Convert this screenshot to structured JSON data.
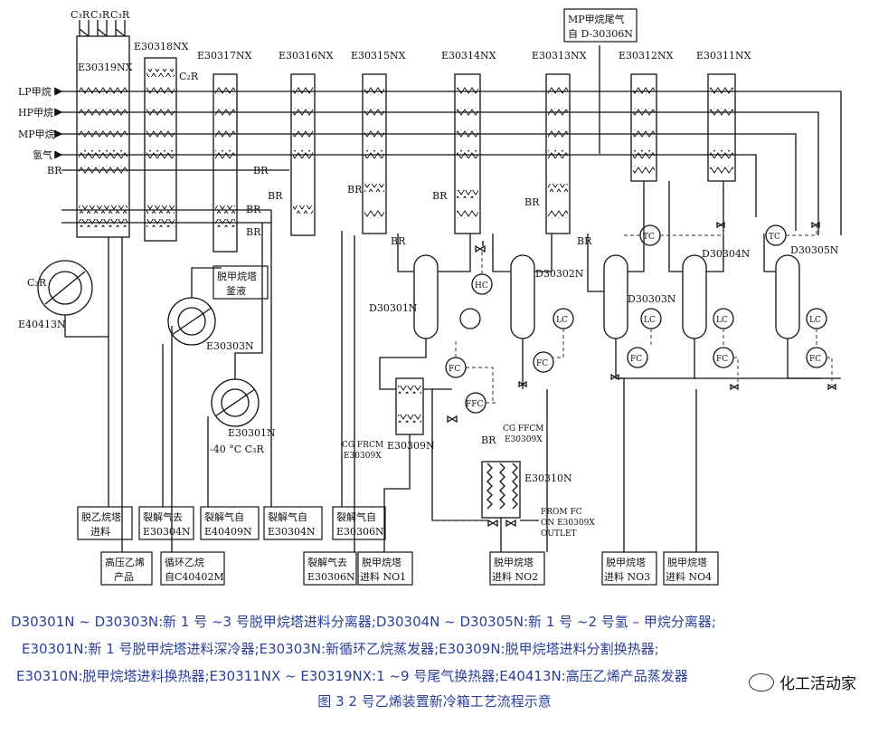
{
  "top_tags": {
    "c3r1": "C₃R",
    "c3r2": "C₃R",
    "c3r3": "C₃R"
  },
  "exchangers": {
    "e19": "E30319NX",
    "e18": "E30318NX",
    "e17": "E30317NX",
    "e16": "E30316NX",
    "e15": "E30315NX",
    "e14": "E30314NX",
    "e13": "E30313NX",
    "e12": "E30312NX",
    "e11": "E30311NX"
  },
  "mp_tail": {
    "line1": "MP甲烷尾气",
    "line2": "自 D-30306N"
  },
  "streams": {
    "lp": "LP甲烷",
    "hp": "HP甲烷",
    "mp": "MP甲烷",
    "h2": "氢气",
    "br": "BR"
  },
  "labels": {
    "c2r": "C₂R",
    "br": "BR",
    "e40413": "E40413N",
    "e30303": "E30303N",
    "e30301": "E30301N",
    "minus40": "-40 °C C₃R",
    "bottoms1": "脱甲烷塔",
    "bottoms2": "釜液",
    "d30301": "D30301N",
    "d30302": "D30302N",
    "d30303": "D30303N",
    "d30304": "D30304N",
    "d30305": "D30305N",
    "e30309": "E30309N",
    "e30310": "E30310N",
    "hc": "HC",
    "fc": "FC",
    "ffc": "FFC",
    "lc": "LC",
    "tc": "TC",
    "cg1a": "CG FRCM",
    "cg1b": "E30309X",
    "cg2a": "CG FFCM",
    "cg2b": "E30309X",
    "from1": "FROM FC",
    "from2": "ON E30309X",
    "from3": "OUTLET"
  },
  "boxes": [
    {
      "l1": "脱乙烷塔",
      "l2": "进料"
    },
    {
      "l1": "高压乙烯",
      "l2": "产品"
    },
    {
      "l1": "裂解气去",
      "l2": "E30304N"
    },
    {
      "l1": "循环乙烷",
      "l2": "自C40402M"
    },
    {
      "l1": "裂解气自",
      "l2": "E40409N"
    },
    {
      "l1": "裂解气自",
      "l2": "E30304N"
    },
    {
      "l1": "裂解气去",
      "l2": "E30306N"
    },
    {
      "l1": "裂解气自",
      "l2": "E30306N"
    },
    {
      "l1": "脱甲烷塔",
      "l2": "进料 NO1"
    },
    {
      "l1": "脱甲烷塔",
      "l2": "进料 NO2"
    },
    {
      "l1": "脱甲烷塔",
      "l2": "进料 NO3"
    },
    {
      "l1": "脱甲烷塔",
      "l2": "进料 NO4"
    }
  ],
  "legend": [
    "D30301N ~ D30303N:新 1 号 ~3 号脱甲烷塔进料分离器;D30304N ~ D30305N:新 1 号 ~2 号氢 – 甲烷分离器;",
    "E30301N:新 1 号脱甲烷塔进料深冷器;E30303N:新循环乙烷蒸发器;E30309N:脱甲烷塔进料分割换热器;",
    "E30310N:脱甲烷塔进料换热器;E30311NX ~ E30319NX:1 ~9 号尾气换热器;E40413N:高压乙烯产品蒸发器"
  ],
  "figure_title": "图 3    2 号乙烯装置新冷箱工艺流程示意",
  "watermark": "化工活动家"
}
